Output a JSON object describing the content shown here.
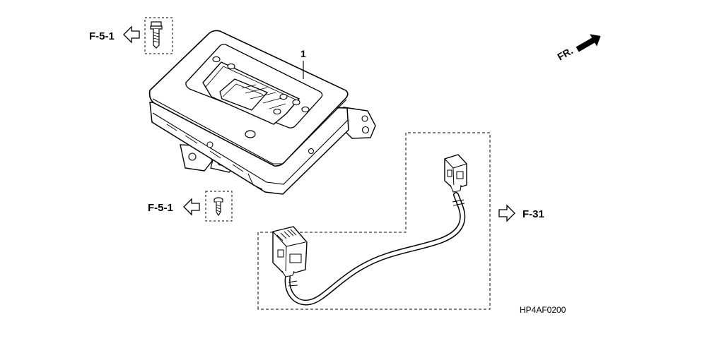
{
  "references": {
    "top_left": "F-5-1",
    "bottom_left": "F-5-1",
    "right": "F-31"
  },
  "part_number_label": "1",
  "front_indicator": "FR.",
  "diagram_code": "HP4AF0200",
  "icons": [
    "arrow-left-outline-icon",
    "arrow-right-outline-icon",
    "front-direction-arrow-icon",
    "bolt-icon",
    "tapping-screw-icon"
  ]
}
